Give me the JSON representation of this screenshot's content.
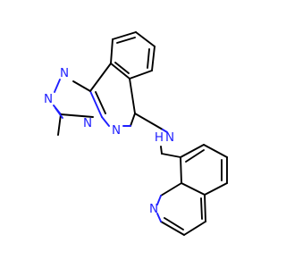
{
  "molecule": {
    "atoms": {
      "n1": "N",
      "n2": "N",
      "n3": "N",
      "n4": "N",
      "nh": "N",
      "h": "H",
      "nq": "N"
    },
    "colors": {
      "heteroatom": "#1f1fff",
      "bond": "#000000",
      "background": "#ffffff"
    }
  }
}
